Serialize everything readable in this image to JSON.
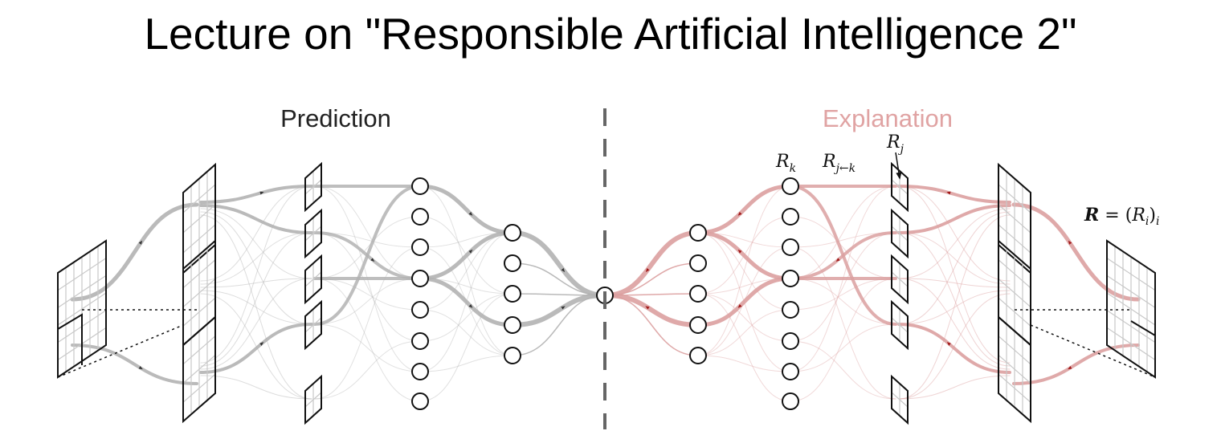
{
  "title": "Lecture on \"Responsible Artificial Intelligence 2\"",
  "diagram": {
    "prediction_label": "Prediction",
    "explanation_label": "Explanation",
    "math": {
      "Rk": {
        "base": "R",
        "sub": "k"
      },
      "Rjk": {
        "base": "R",
        "sub": "j←k"
      },
      "Rj": {
        "base": "R",
        "sub": "j"
      },
      "R_total": {
        "bold": "R",
        "eq": " = (",
        "base": "R",
        "sub": "i",
        "close": ")",
        "outer_sub": "i"
      }
    },
    "colors": {
      "prediction_flow": "#b3b3b3",
      "explanation_flow": "#dba0a0",
      "explanation_arrow": "#a01818",
      "prediction_arrow": "#333333",
      "explanation_text": "#e0a3a3",
      "divider": "#666666"
    }
  }
}
